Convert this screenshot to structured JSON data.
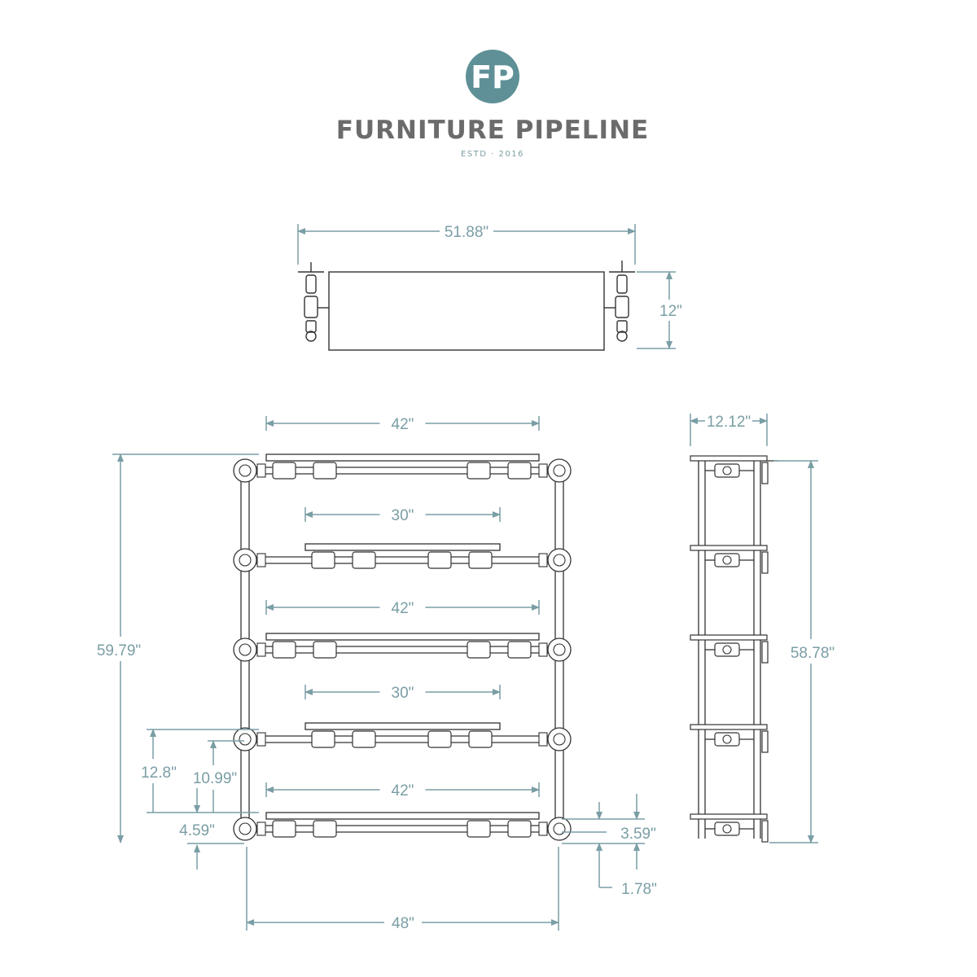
{
  "brand": {
    "logo_letters": "FP",
    "name": "FURNITURE PIPELINE",
    "established": "ESTD · 2016",
    "logo_color": "#5f9097"
  },
  "colors": {
    "dimension": "#7a9ea5",
    "drawing": "#333333"
  },
  "top_view": {
    "width_label": "51.88\"",
    "depth_label": "12\""
  },
  "front_view": {
    "total_height_label": "59.79\"",
    "total_width_label": "48\"",
    "shelves": [
      {
        "label": "42\""
      },
      {
        "label": "30\""
      },
      {
        "label": "42\""
      },
      {
        "label": "30\""
      },
      {
        "label": "42\""
      }
    ],
    "spacing_label_a": "12.8\"",
    "spacing_label_b": "10.99\"",
    "bottom_offset_label": "4.59\"",
    "flange_offset_label": "3.59\"",
    "pipe_offset_label": "1.78\""
  },
  "side_view": {
    "width_label": "12.12\"",
    "height_label": "58.78\""
  }
}
